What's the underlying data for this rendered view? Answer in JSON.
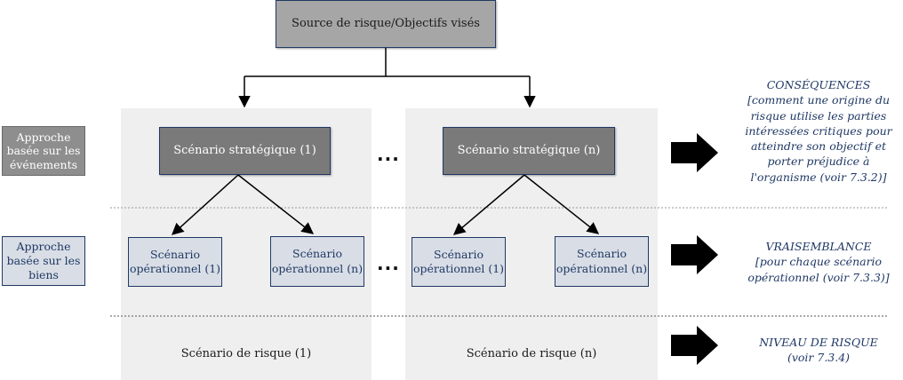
{
  "source_box": {
    "label": "Source de risque/Objectifs visés"
  },
  "side_labels": {
    "events": "Approche basée sur les événements",
    "assets": "Approche basée sur les biens"
  },
  "columns": [
    {
      "strategic": "Scénario stratégique (1)",
      "operational": [
        "Scénario opérationnel (1)",
        "Scénario opérationnel (n)"
      ],
      "risk_scenario": "Scénario de risque (1)"
    },
    {
      "strategic": "Scénario stratégique (n)",
      "operational": [
        "Scénario opérationnel (1)",
        "Scénario opérationnel (n)"
      ],
      "risk_scenario": "Scénario de risque (n)"
    }
  ],
  "ellipsis": "...",
  "outcomes": [
    {
      "title": "CONSÉQUENCES",
      "detail": "[comment une origine du risque utilise les parties intéressées critiques pour atteindre son objectif et porter préjudice à l'organisme (voir 7.3.2)]"
    },
    {
      "title": "VRAISEMBLANCE",
      "detail": "[pour chaque scénario opérationnel (voir 7.3.3)]"
    },
    {
      "title": "NIVEAU DE RISQUE",
      "detail": "(voir 7.3.4)"
    }
  ],
  "colors": {
    "panel": "#efefef",
    "accent_text": "#1f3864",
    "dark_box": "#7a7a7a",
    "grey_box": "#a6a6a6",
    "light_box": "#d9dee6"
  }
}
